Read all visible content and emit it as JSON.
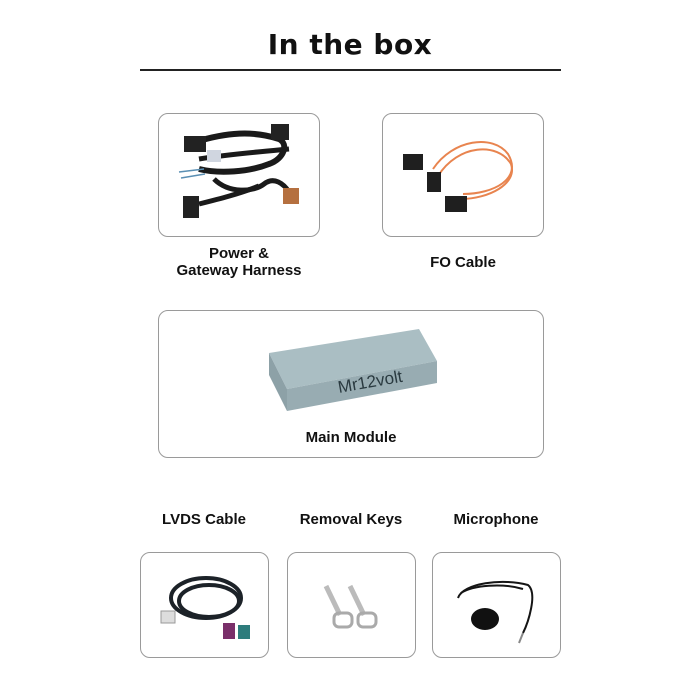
{
  "header": {
    "title": "In the box"
  },
  "items": [
    {
      "id": "power-gateway-harness",
      "label_line1": "Power &",
      "label_line2": "Gateway Harness"
    },
    {
      "id": "fo-cable",
      "label": "FO Cable"
    },
    {
      "id": "main-module",
      "label": "Main Module",
      "brand_text": "Mr12volt"
    },
    {
      "id": "lvds-cable",
      "label": "LVDS Cable"
    },
    {
      "id": "removal-keys",
      "label": "Removal Keys"
    },
    {
      "id": "microphone",
      "label": "Microphone"
    }
  ],
  "colors": {
    "text": "#111111",
    "border": "#9a9a9a",
    "module": "#9fb2b8",
    "fo_cable": "#e8844f"
  }
}
